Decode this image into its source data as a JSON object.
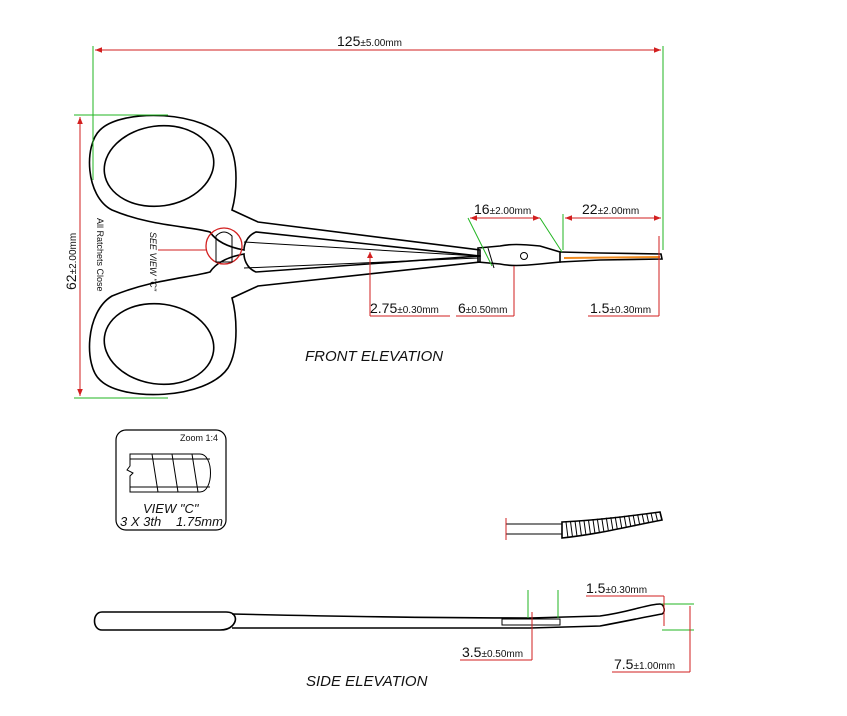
{
  "views": {
    "front_elevation_label": "FRONT ELEVATION",
    "side_elevation_label": "SIDE ELEVATION"
  },
  "dimensions": {
    "overall_length": {
      "value": "125",
      "tolerance": "±5.00mm"
    },
    "overall_height": {
      "value": "62",
      "tolerance": "±2.00mm"
    },
    "jaw_length": {
      "value": "22",
      "tolerance": "±2.00mm"
    },
    "taper_length": {
      "value": "16",
      "tolerance": "±2.00mm"
    },
    "shank_gap": {
      "value": "2.75",
      "tolerance": "±0.30mm"
    },
    "box_width": {
      "value": "6",
      "tolerance": "±0.50mm"
    },
    "tip_width": {
      "value": "1.5",
      "tolerance": "±0.30mm"
    },
    "side_tip_thickness": {
      "value": "1.5",
      "tolerance": "±0.30mm"
    },
    "side_box_thickness": {
      "value": "3.5",
      "tolerance": "±0.50mm"
    },
    "side_curve_rise": {
      "value": "7.5",
      "tolerance": "±1.00mm"
    }
  },
  "notes": {
    "ratchets": "All Ratchets Close",
    "see_view": "SEE VIEW \"C\""
  },
  "detail_view": {
    "zoom": "Zoom 1:4",
    "title": "VIEW \"C\"",
    "ratchet_count": "3 X 3th",
    "ratchet_size": "1.75mm"
  },
  "colors": {
    "extension_lines": "#21b521",
    "dimension_lines": "#d21f1f",
    "jaw_highlight": "#f08a1e",
    "outline": "#000000"
  }
}
